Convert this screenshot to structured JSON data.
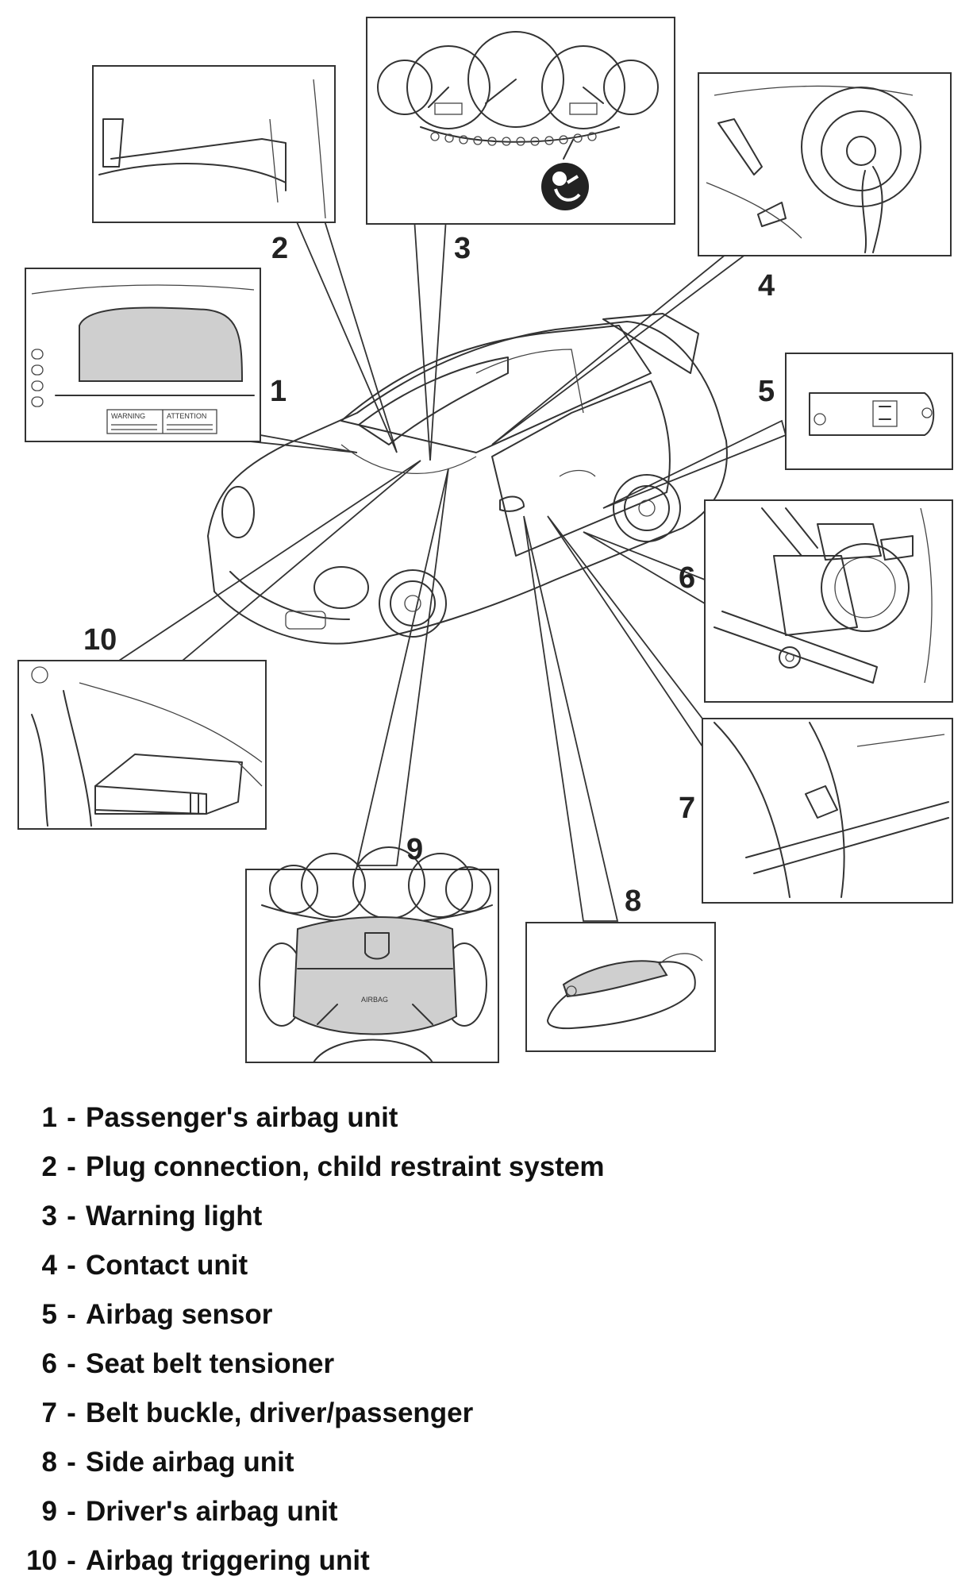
{
  "callouts": [
    "1",
    "2",
    "3",
    "4",
    "5",
    "6",
    "7",
    "8",
    "9",
    "10"
  ],
  "panels": {
    "p1": {
      "warning_text": "WARNING",
      "attention_text": "ATTENTION"
    },
    "p9": {
      "airbag_text": "AIRBAG"
    }
  },
  "legend": [
    {
      "num": "1",
      "sep": "-",
      "label": "Passenger's airbag unit"
    },
    {
      "num": "2",
      "sep": "-",
      "label": "Plug connection, child restraint system"
    },
    {
      "num": "3",
      "sep": "-",
      "label": "Warning light"
    },
    {
      "num": "4",
      "sep": "-",
      "label": "Contact unit"
    },
    {
      "num": "5",
      "sep": "-",
      "label": "Airbag sensor"
    },
    {
      "num": "6",
      "sep": "-",
      "label": "Seat belt tensioner"
    },
    {
      "num": "7",
      "sep": "-",
      "label": "Belt buckle, driver/passenger"
    },
    {
      "num": "8",
      "sep": "-",
      "label": "Side airbag unit"
    },
    {
      "num": "9",
      "sep": "-",
      "label": "Driver's airbag unit"
    },
    {
      "num": "10",
      "sep": "-",
      "label": "Airbag triggering unit"
    }
  ]
}
